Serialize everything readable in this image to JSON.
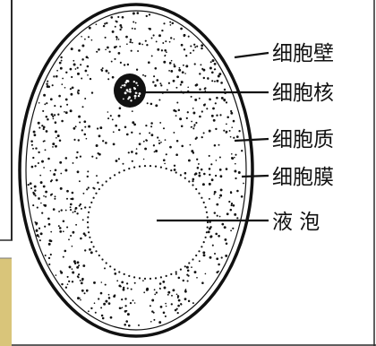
{
  "diagram": {
    "labels": {
      "cell_wall": "细胞壁",
      "nucleus": "细胞核",
      "cytoplasm": "细胞质",
      "cell_membrane": "细胞膜",
      "vacuole": "液 泡"
    }
  },
  "colors": {
    "background": "#ffffff",
    "ink": "#111111",
    "frame": "#2a2a2a",
    "khaki_panel": "#d9c57a"
  }
}
